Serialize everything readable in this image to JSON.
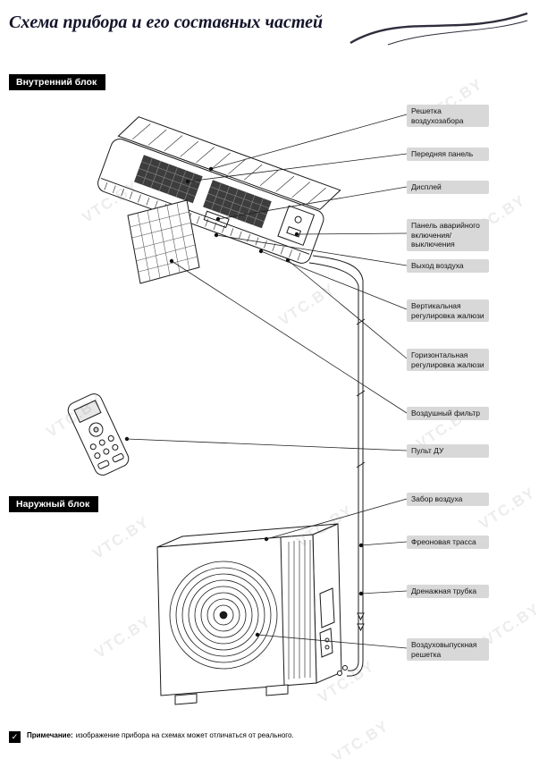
{
  "page": {
    "title": "Схема прибора и его составных частей",
    "watermark": "VTC.BY",
    "note": {
      "check_icon": "✓",
      "label": "Примечание:",
      "text": "изображение прибора на схемах может отличаться от реального."
    }
  },
  "sections": {
    "indoor": "Внутренний блок",
    "outdoor": "Наружный блок"
  },
  "callouts": [
    {
      "text": "Решетка воздухозабора"
    },
    {
      "text": "Передняя панель"
    },
    {
      "text": "Дисплей"
    },
    {
      "text": "Панель аварийного включения/ выключения"
    },
    {
      "text": "Выход воздуха"
    },
    {
      "text": "Вертикальная регулировка жалюзи"
    },
    {
      "text": "Горизонтальная регулировка жалюзи"
    },
    {
      "text": "Воздушный фильтр"
    },
    {
      "text": "Пульт ДУ"
    },
    {
      "text": "Забор воздуха"
    },
    {
      "text": "Фреоновая трасса"
    },
    {
      "text": "Дренажная трубка"
    },
    {
      "text": "Воздуховыпускная решетка"
    }
  ]
}
